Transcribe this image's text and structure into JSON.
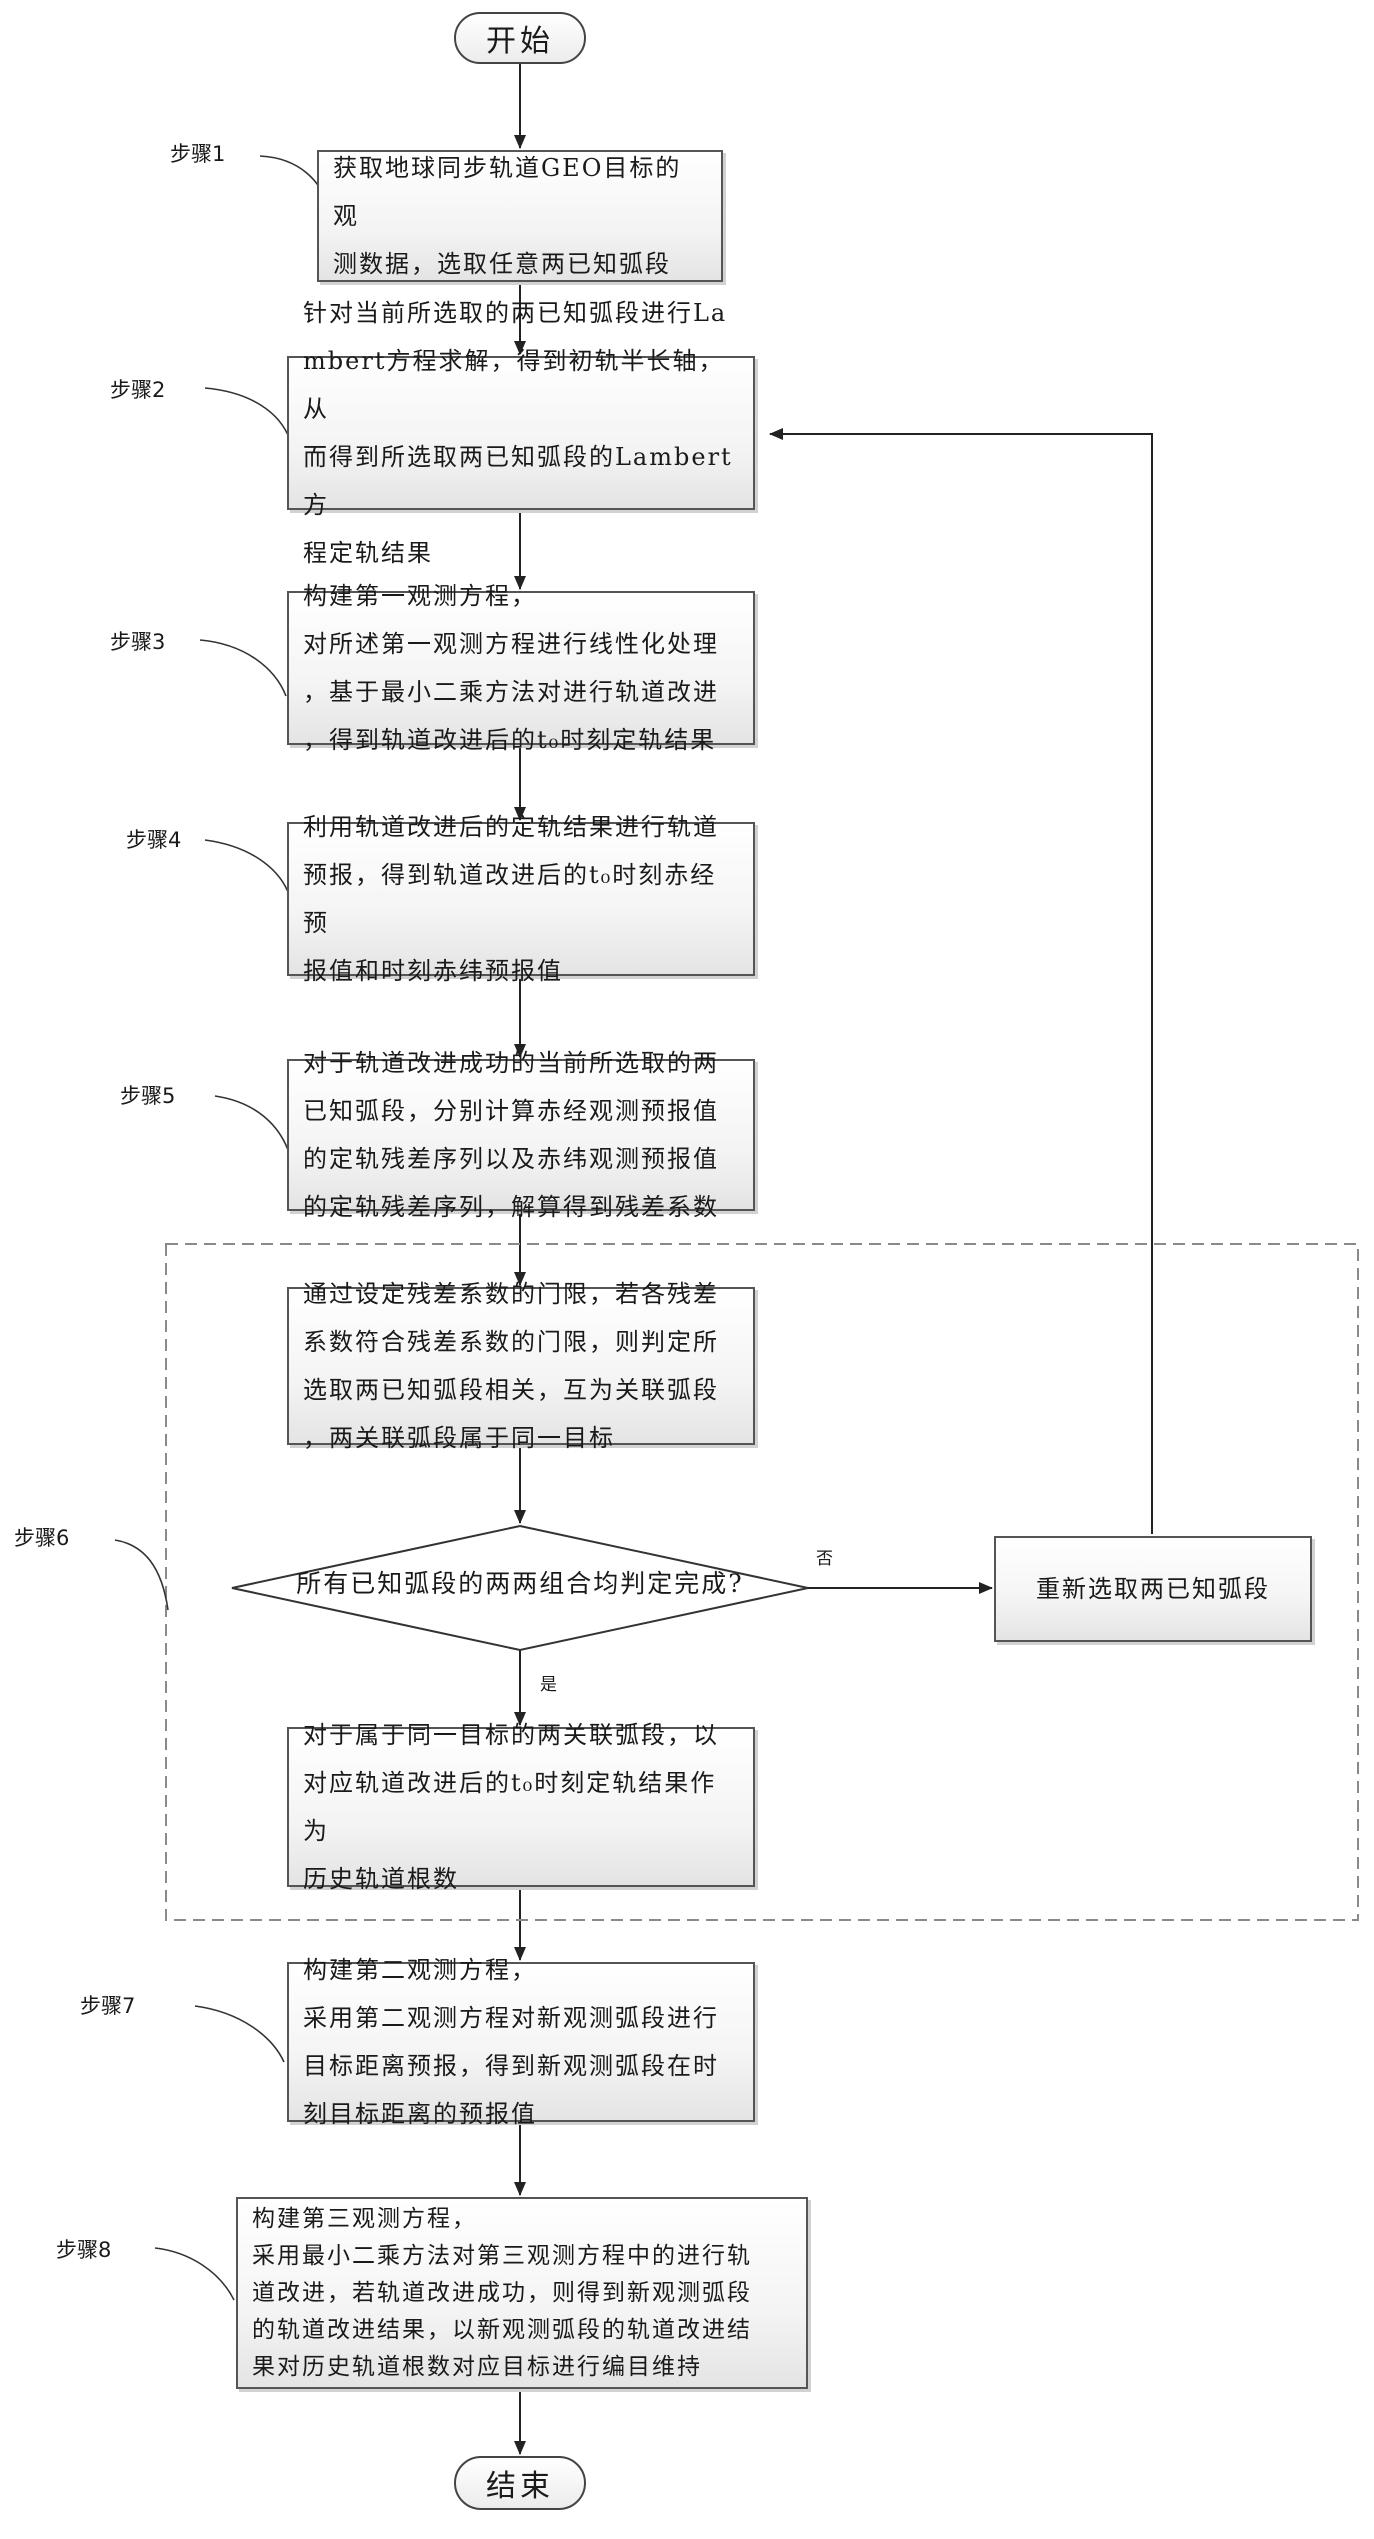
{
  "start": "开始",
  "end": "结束",
  "steps": [
    {
      "label": "步骤1",
      "text": "获取地球同步轨道GEO目标的观\n测数据，选取任意两已知弧段"
    },
    {
      "label": "步骤2",
      "text": "针对当前所选取的两已知弧段进行La\nmbert方程求解，得到初轨半长轴，从\n而得到所选取两已知弧段的Lambert方\n程定轨结果"
    },
    {
      "label": "步骤3",
      "text": "构建第一观测方程，\n对所述第一观测方程进行线性化处理\n，基于最小二乘方法对进行轨道改进\n，得到轨道改进后的t₀时刻定轨结果"
    },
    {
      "label": "步骤4",
      "text": "利用轨道改进后的定轨结果进行轨道\n预报，得到轨道改进后的t₀时刻赤经预\n报值和时刻赤纬预报值"
    },
    {
      "label": "步骤5",
      "text": "对于轨道改进成功的当前所选取的两\n已知弧段，分别计算赤经观测预报值\n的定轨残差序列以及赤纬观测预报值\n的定轨残差序列，解算得到残差系数"
    },
    {
      "label": "步骤6",
      "text": "通过设定残差系数的门限，若各残差\n系数符合残差系数的门限，则判定所\n选取两已知弧段相关，互为关联弧段\n，两关联弧段属于同一目标"
    },
    {
      "label": "步骤7",
      "text": "构建第二观测方程，\n采用第二观测方程对新观测弧段进行\n目标距离预报，得到新观测弧段在时\n刻目标距离的预报值"
    },
    {
      "label": "步骤8",
      "text": "构建第三观测方程，\n采用最小二乘方法对第三观测方程中的进行轨\n道改进，若轨道改进成功，则得到新观测弧段\n的轨道改进结果，以新观测弧段的轨道改进结\n果对历史轨道根数对应目标进行编目维持"
    }
  ],
  "decision": "所有已知弧段的两两组合均判定完成?",
  "decision_no": "否",
  "decision_yes": "是",
  "reselect": "重新选取两已知弧段",
  "association": "对于属于同一目标的两关联弧段，以\n对应轨道改进后的t₀时刻定轨结果作为\n历史轨道根数"
}
